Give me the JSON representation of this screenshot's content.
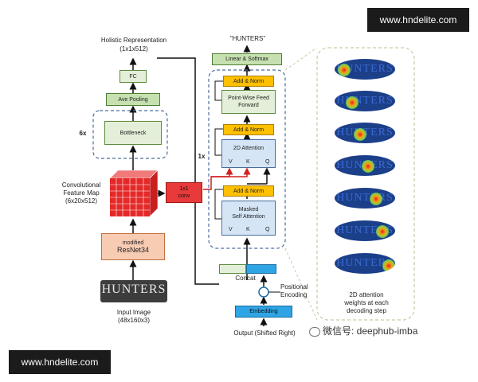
{
  "watermarks": {
    "top": "www.hndelite.com",
    "bottom": "www.hndelite.com",
    "wechat": "微信号: deephub-imba"
  },
  "left": {
    "holistic": "Holistic Representation",
    "holistic_dim": "(1x1x512)",
    "fc": "FC",
    "avepool": "Ave Pooling",
    "bottleneck": "Bottleneck",
    "repeat": "6x",
    "fmap_label1": "Convolutional",
    "fmap_label2": "Feature Map",
    "fmap_dim": "(6x20x512)",
    "conv1": "1x1",
    "conv2": "conv",
    "resnet1": "modified",
    "resnet2": "ResNet34",
    "input_word": "HUNTERS",
    "input_label": "Input Image",
    "input_dim": "(48x160x3)"
  },
  "decoder": {
    "output_word": "\"HUNTERS\"",
    "linear": "Linear & Softmax",
    "addnorm": "Add & Norm",
    "ff1": "Point-Wise Feed",
    "ff2": "Forward",
    "attn2d": "2D Attention",
    "masked1": "Masked",
    "masked2": "Self Attention",
    "v": "V",
    "k": "K",
    "q": "Q",
    "repeat": "1x",
    "concat": "Concat",
    "plus": "+",
    "pos1": "Positional",
    "pos2": "Encoding",
    "embedding": "Embedding",
    "output_label": "Output (Shifted Right)"
  },
  "attention": {
    "word": "HUNTERS",
    "caption1": "2D attention",
    "caption2": "weights at each",
    "caption3": "decoding step"
  },
  "colors": {
    "green": "#e3efd9",
    "orange": "#ffc000",
    "blue": "#d5e5f5",
    "red": "#e83a3a",
    "embed": "#2fa5e6",
    "salmon": "#f8cbb3"
  }
}
